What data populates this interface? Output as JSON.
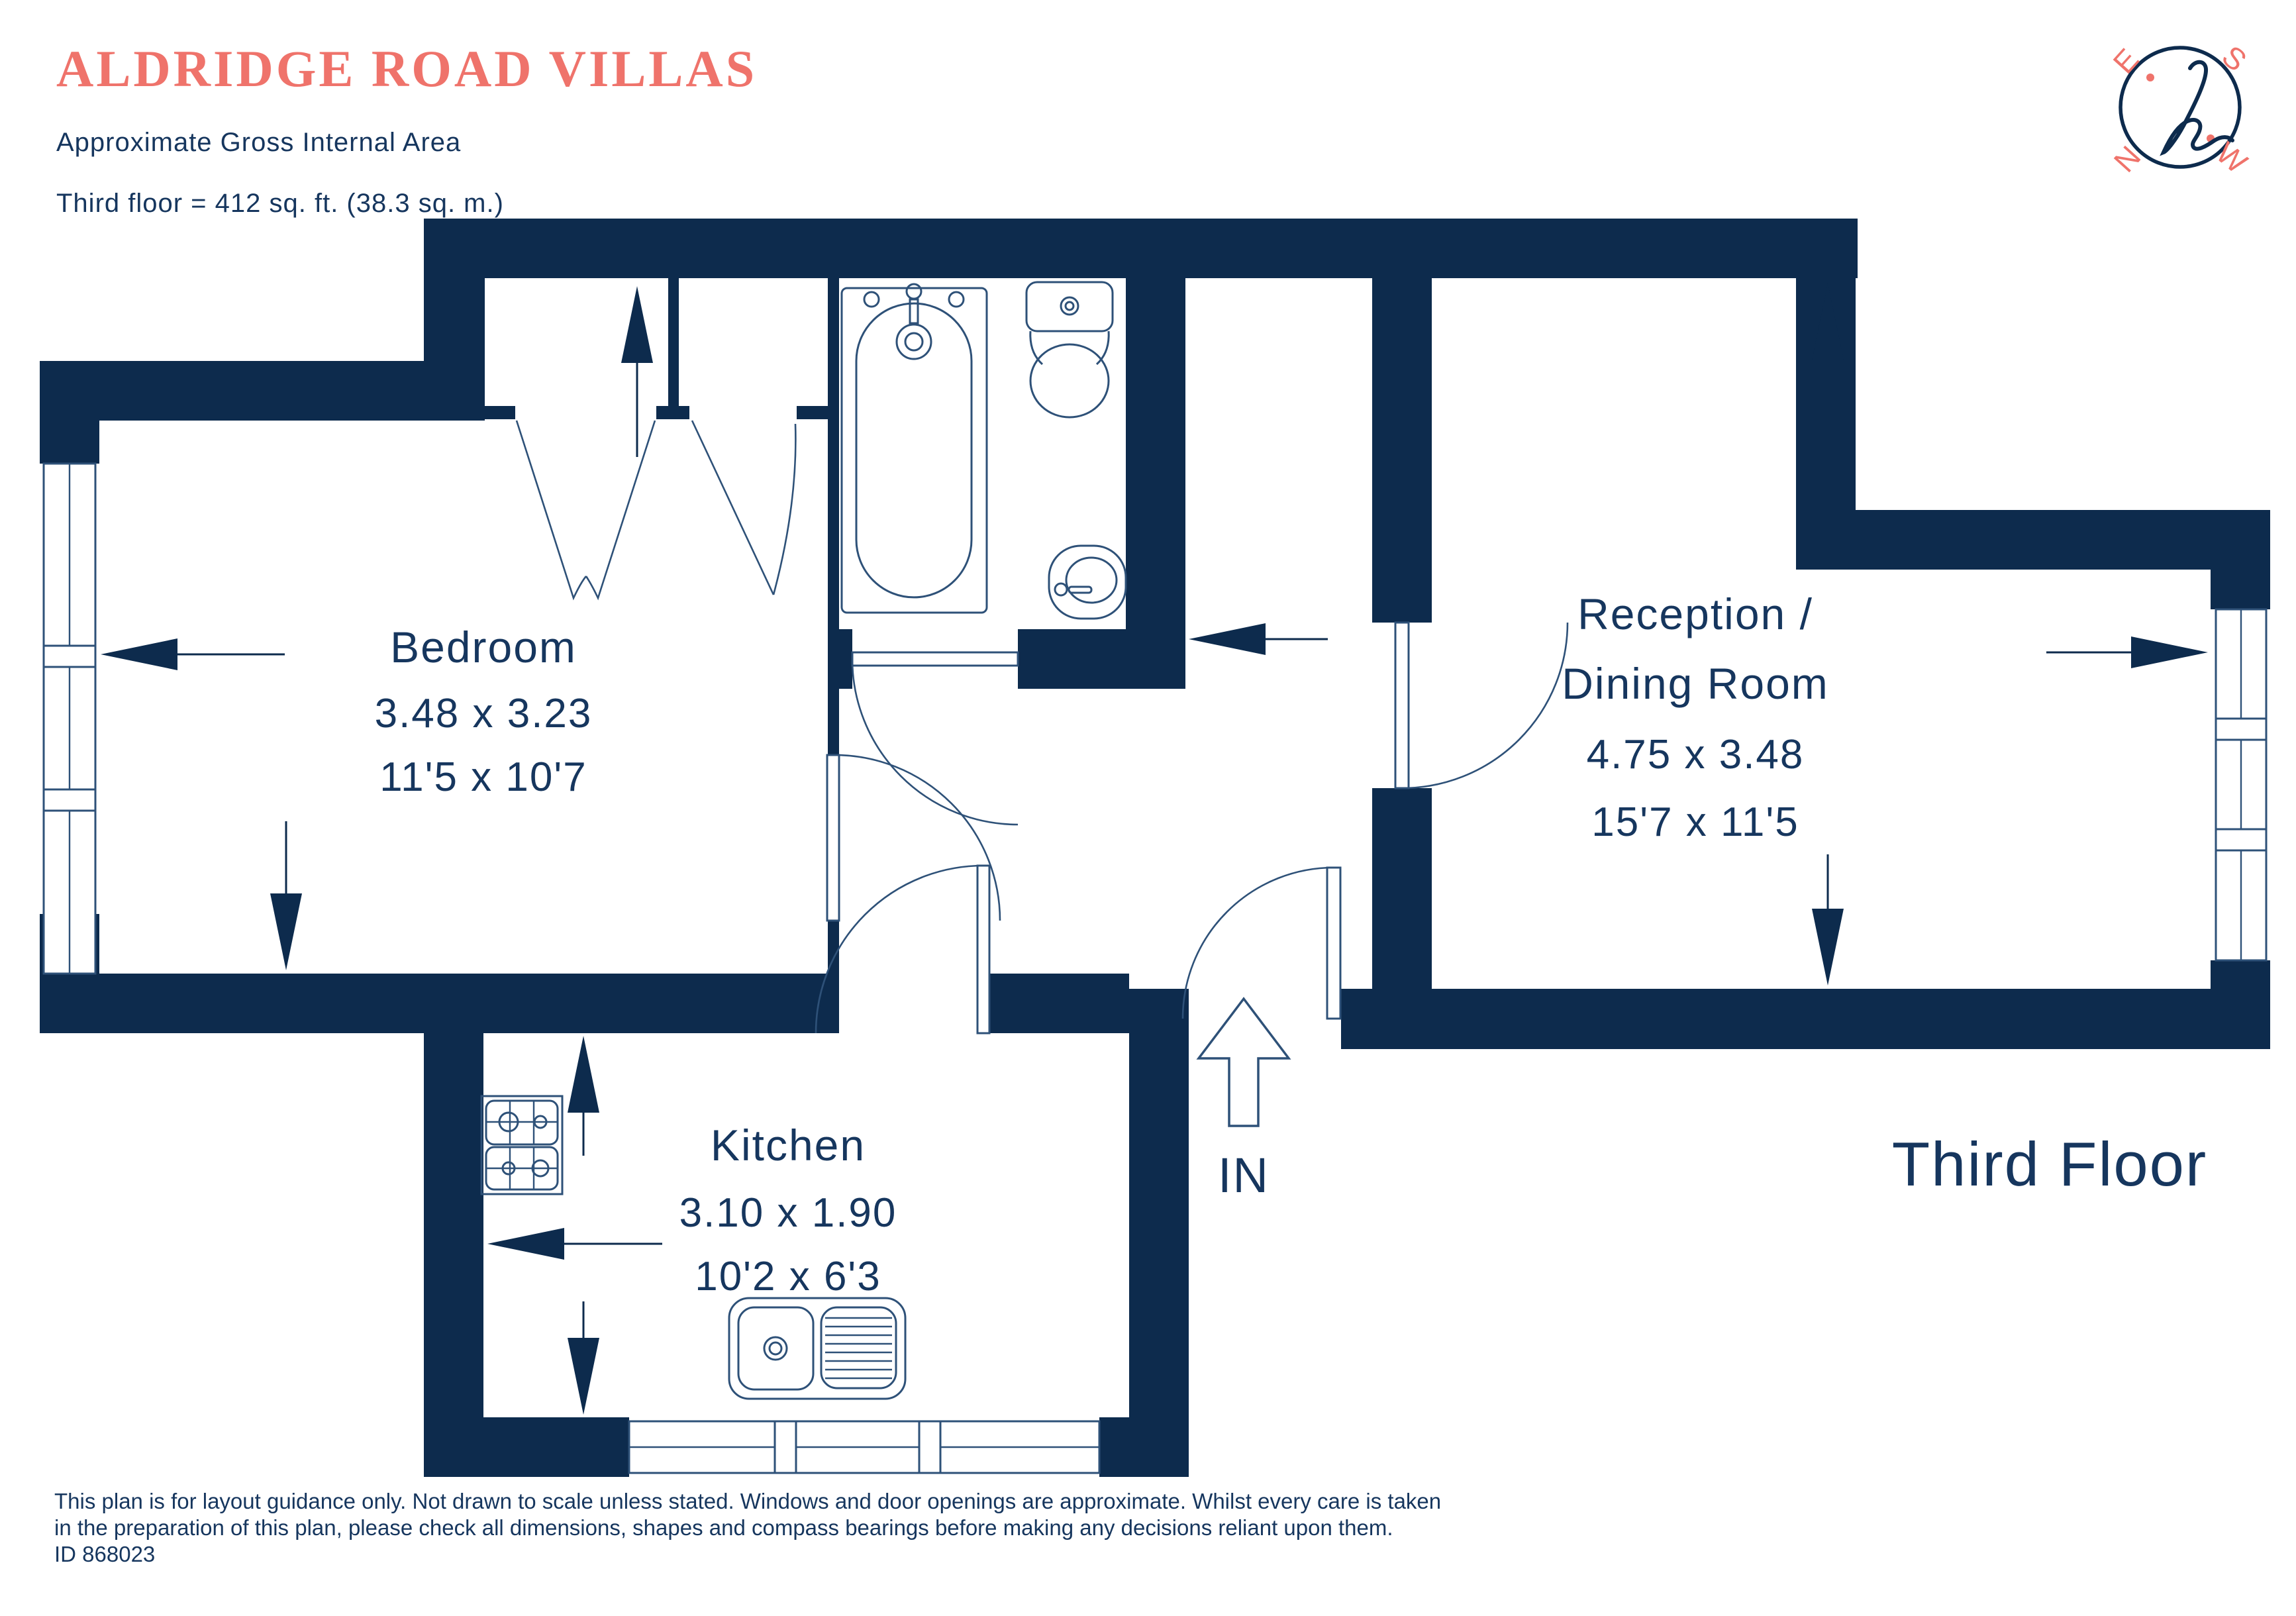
{
  "header": {
    "title": "ALDRIDGE ROAD VILLAS",
    "subtitle": "Approximate Gross Internal Area",
    "area_line": "Third floor = 412 sq. ft. (38.3 sq. m.)"
  },
  "compass": {
    "east": "E",
    "south": "S",
    "north": "N",
    "west": "W"
  },
  "plan": {
    "floor_label": "Third Floor",
    "entrance_label": "IN",
    "rooms": {
      "bedroom": {
        "name": "Bedroom",
        "metric": "3.48 x 3.23",
        "imperial": "11'5 x 10'7"
      },
      "reception": {
        "name_line1": "Reception /",
        "name_line2": "Dining Room",
        "metric": "4.75 x 3.48",
        "imperial": "15'7 x 11'5"
      },
      "kitchen": {
        "name": "Kitchen",
        "metric": "3.10 x 1.90",
        "imperial": "10'2 x 6'3"
      }
    }
  },
  "icons": {
    "compass-icon": "circle with script h and E/S/N/W letters",
    "bathtub-icon": "bathtub outline",
    "toilet-icon": "toilet outline",
    "basin-icon": "wash basin outline",
    "stove-icon": "4-burner hob outline",
    "sink-icon": "kitchen sink with drainer outline",
    "entrance-arrow-icon": "outline arrow pointing up",
    "dimension-arrow-icon": "solid slim triangle with tail"
  },
  "footer": {
    "line1": "This plan is for layout guidance only. Not drawn to scale unless stated. Windows and door openings are approximate. Whilst every care is taken",
    "line2": "in the preparation of this plan, please check all dimensions, shapes and compass bearings before making any decisions reliant upon them.",
    "id_line": "ID 868023"
  },
  "colors": {
    "navy": "#0d2b4d",
    "coral": "#ef736b",
    "fixture_line": "#2e5178",
    "text": "#16365e"
  }
}
